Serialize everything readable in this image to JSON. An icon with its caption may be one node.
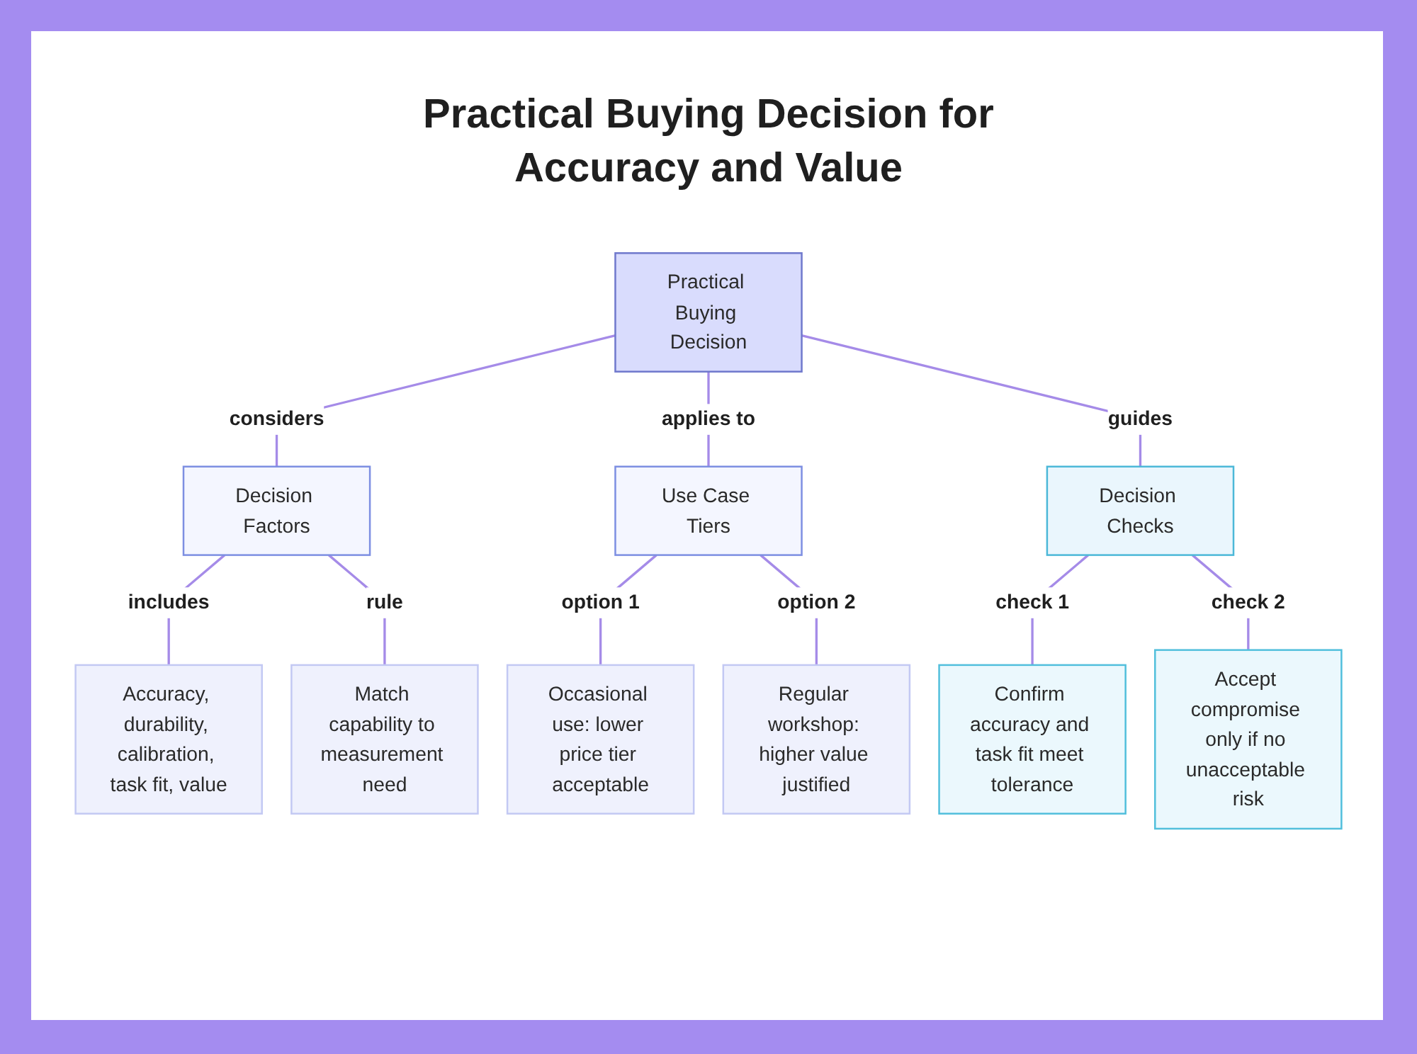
{
  "diagram": {
    "title": "Practical Buying Decision for Accuracy and Value",
    "nodes": [
      {
        "text": [
          "Practical Buying Decision"
        ]
      },
      {
        "text": [
          "Decision Factors"
        ]
      },
      {
        "text": [
          "Use Case Tiers"
        ]
      },
      {
        "text": [
          "Decision Checks"
        ]
      },
      {
        "text": [
          "Accuracy, durability, calibration, task fit, value"
        ]
      },
      {
        "text": [
          "Match capability to measurement need"
        ]
      },
      {
        "text": [
          "Occasional use: lower price tier acceptable"
        ]
      },
      {
        "text": [
          "Regular workshop: higher value justified"
        ]
      },
      {
        "text": [
          "Confirm accuracy and task fit meet tolerance"
        ]
      },
      {
        "text": [
          "Accept compromise only if no unacceptable risk"
        ]
      }
    ],
    "edges": [
      {
        "from": 0,
        "to": 1,
        "arrow": "none",
        "label": "considers"
      },
      {
        "from": 0,
        "to": 2,
        "arrow": "none",
        "label": "applies to"
      },
      {
        "from": 0,
        "to": 3,
        "arrow": "none",
        "label": "guides"
      },
      {
        "from": 1,
        "to": 4,
        "arrow": "none",
        "label": "includes"
      },
      {
        "from": 1,
        "to": 5,
        "arrow": "none",
        "label": "rule"
      },
      {
        "from": 2,
        "to": 6,
        "arrow": "none",
        "label": "option 1"
      },
      {
        "from": 2,
        "to": 7,
        "arrow": "none",
        "label": "option 2"
      },
      {
        "from": 3,
        "to": 8,
        "arrow": "none",
        "label": "check 1"
      },
      {
        "from": 3,
        "to": 9,
        "arrow": "none",
        "label": "check 2"
      }
    ]
  }
}
